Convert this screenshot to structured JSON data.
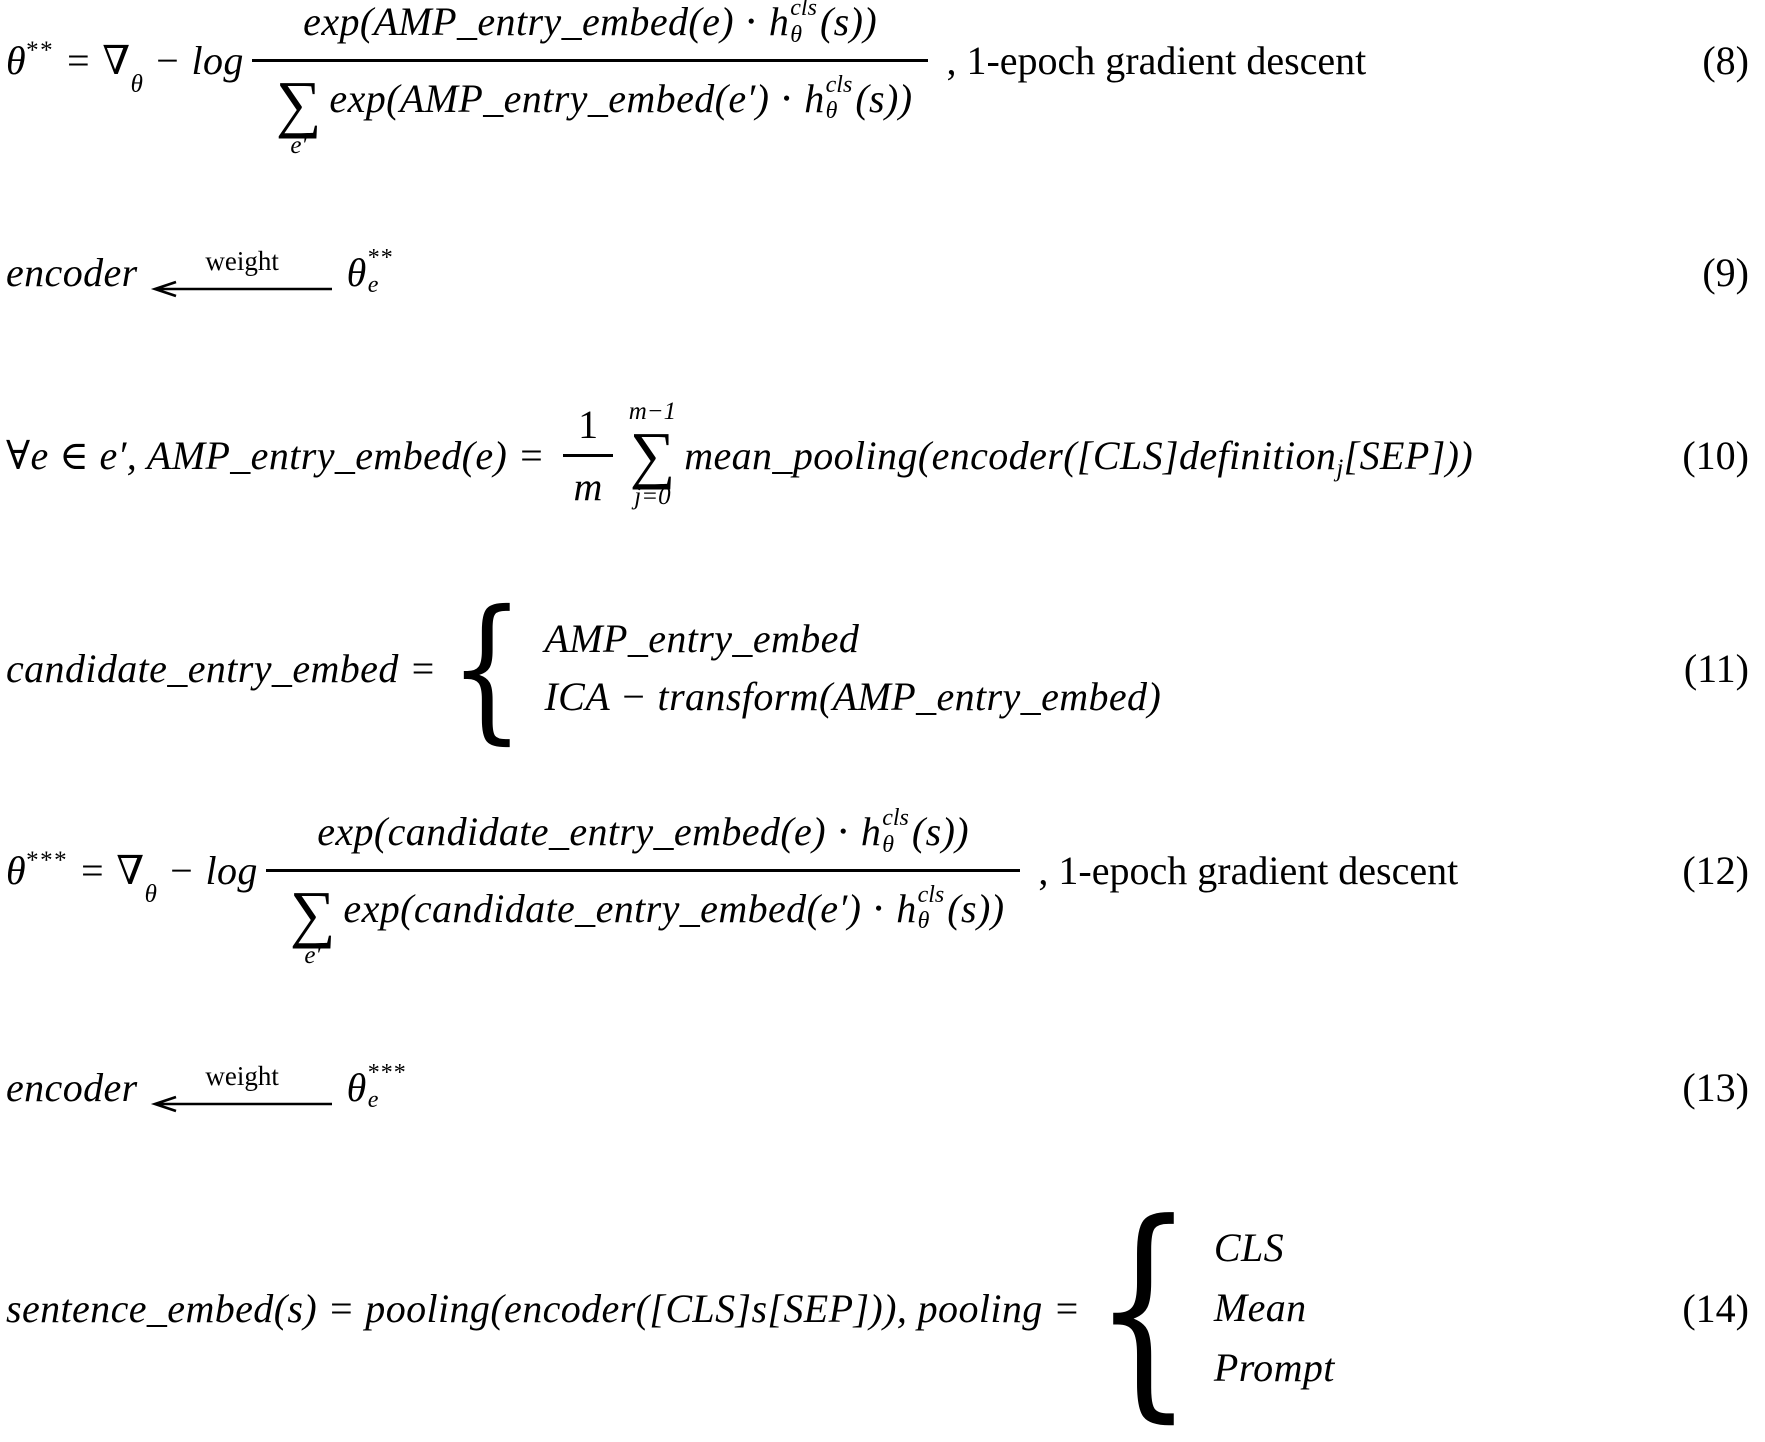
{
  "colors": {
    "background": "#ffffff",
    "text": "#000000"
  },
  "eq8": {
    "theta": "θ",
    "theta_sup": "**",
    "mid": " = ∇",
    "nabla_sub": "θ",
    "minus_log": " − log",
    "num_pre": "exp(AMP_entry_embed(e) ⋅ h",
    "h_sup": "cls",
    "h_sub": "θ",
    "num_post": "(s))",
    "sum_op": "∑",
    "sum_sub": "e′",
    "den_pre": "exp(AMP_entry_embed(e′) ⋅ h",
    "den_post": "(s))",
    "tail": " , 1-epoch gradient descent",
    "number": "(8)"
  },
  "eq9": {
    "lhs": "encoder",
    "arrow_label": "weight",
    "theta": "θ",
    "theta_sup": "**",
    "theta_sub": "e",
    "number": "(9)"
  },
  "eq10": {
    "lead": "∀e ∈ e′, AMP_entry_embed(e) = ",
    "frac_num": "1",
    "frac_den": "m",
    "sum_sup": "m−1",
    "sum_op": "∑",
    "sum_sub": "j=0",
    "body": "mean_pooling(encoder([CLS]definition",
    "body_sub": "j",
    "body_post": "[SEP]))",
    "number": "(10)"
  },
  "eq11": {
    "lhs": "candidate_entry_embed = ",
    "brace": "{",
    "cases": [
      "AMP_entry_embed",
      "ICA − transform(AMP_entry_embed)"
    ],
    "number": "(11)"
  },
  "eq12": {
    "theta": "θ",
    "theta_sup": "***",
    "mid": " = ∇",
    "nabla_sub": "θ",
    "minus_log": " − log",
    "num_pre": "exp(candidate_entry_embed(e) ⋅ h",
    "h_sup": "cls",
    "h_sub": "θ",
    "num_post": "(s))",
    "sum_op": "∑",
    "sum_sub": "e′",
    "den_pre": "exp(candidate_entry_embed(e′) ⋅ h",
    "den_post": "(s))",
    "tail": " , 1-epoch gradient descent",
    "number": "(12)"
  },
  "eq13": {
    "lhs": "encoder",
    "arrow_label": "weight",
    "theta": "θ",
    "theta_sup": "***",
    "theta_sub": "e",
    "number": "(13)"
  },
  "eq14": {
    "lhs": "sentence_embed(s) = pooling(encoder([CLS]s[SEP])), pooling = ",
    "brace": "{",
    "cases": [
      "CLS",
      "Mean",
      "Prompt"
    ],
    "number": "(14)"
  }
}
